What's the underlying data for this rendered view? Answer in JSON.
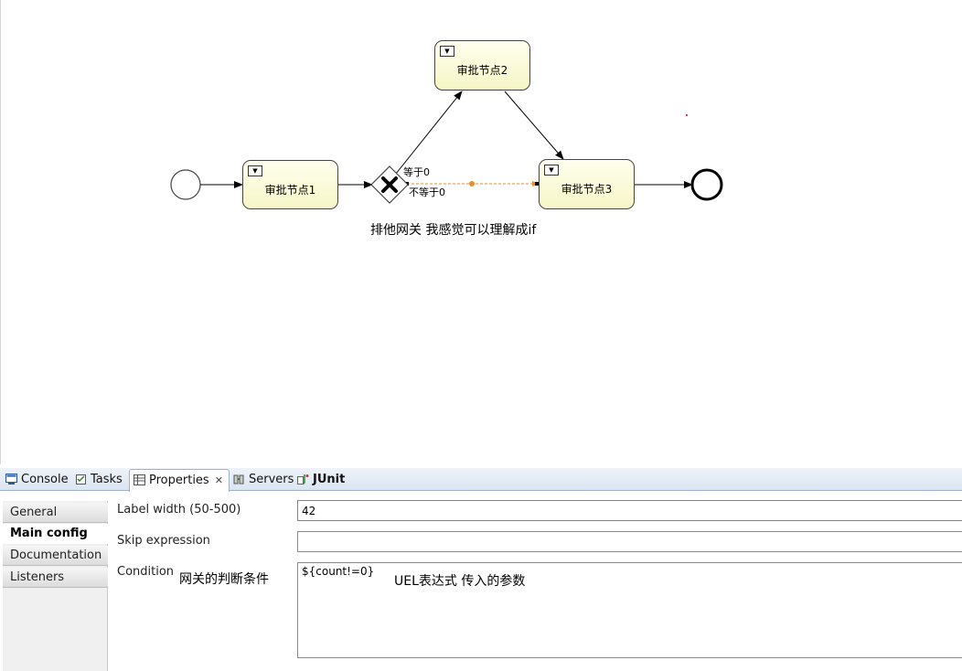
{
  "diagram": {
    "task1_label": "审批节点1",
    "task2_label": "审批节点2",
    "task3_label": "审批节点3",
    "flow_equal_label": "等于0",
    "flow_not_equal_label": "不等于0",
    "annotation_gateway": "排他网关 我感觉可以理解成if"
  },
  "tabs": [
    {
      "label": "Console",
      "icon": "console-icon"
    },
    {
      "label": "Tasks",
      "icon": "tasks-icon"
    },
    {
      "label": "Properties",
      "icon": "properties-icon",
      "active": true
    },
    {
      "label": "Servers",
      "icon": "servers-icon"
    },
    {
      "label": "JUnit",
      "icon": "junit-icon"
    }
  ],
  "sidebar": {
    "items": [
      {
        "label": "General"
      },
      {
        "label": "Main config",
        "selected": true
      },
      {
        "label": "Documentation"
      },
      {
        "label": "Listeners"
      }
    ]
  },
  "properties": {
    "label_width_label": "Label width (50-500)",
    "label_width_value": "42",
    "skip_expression_label": "Skip expression",
    "skip_expression_value": "",
    "condition_label": "Condition",
    "condition_value": "${count!=0}"
  },
  "annotations": {
    "condition_note": "网关的判断条件",
    "uel_note": "UEL表达式 传入的参数"
  },
  "colors": {
    "task_fill": "#f6f6c7",
    "selected_flow": "#e8902a",
    "tabbar_bg": "#dbe5f1",
    "focus_border": "#5aa05a"
  }
}
